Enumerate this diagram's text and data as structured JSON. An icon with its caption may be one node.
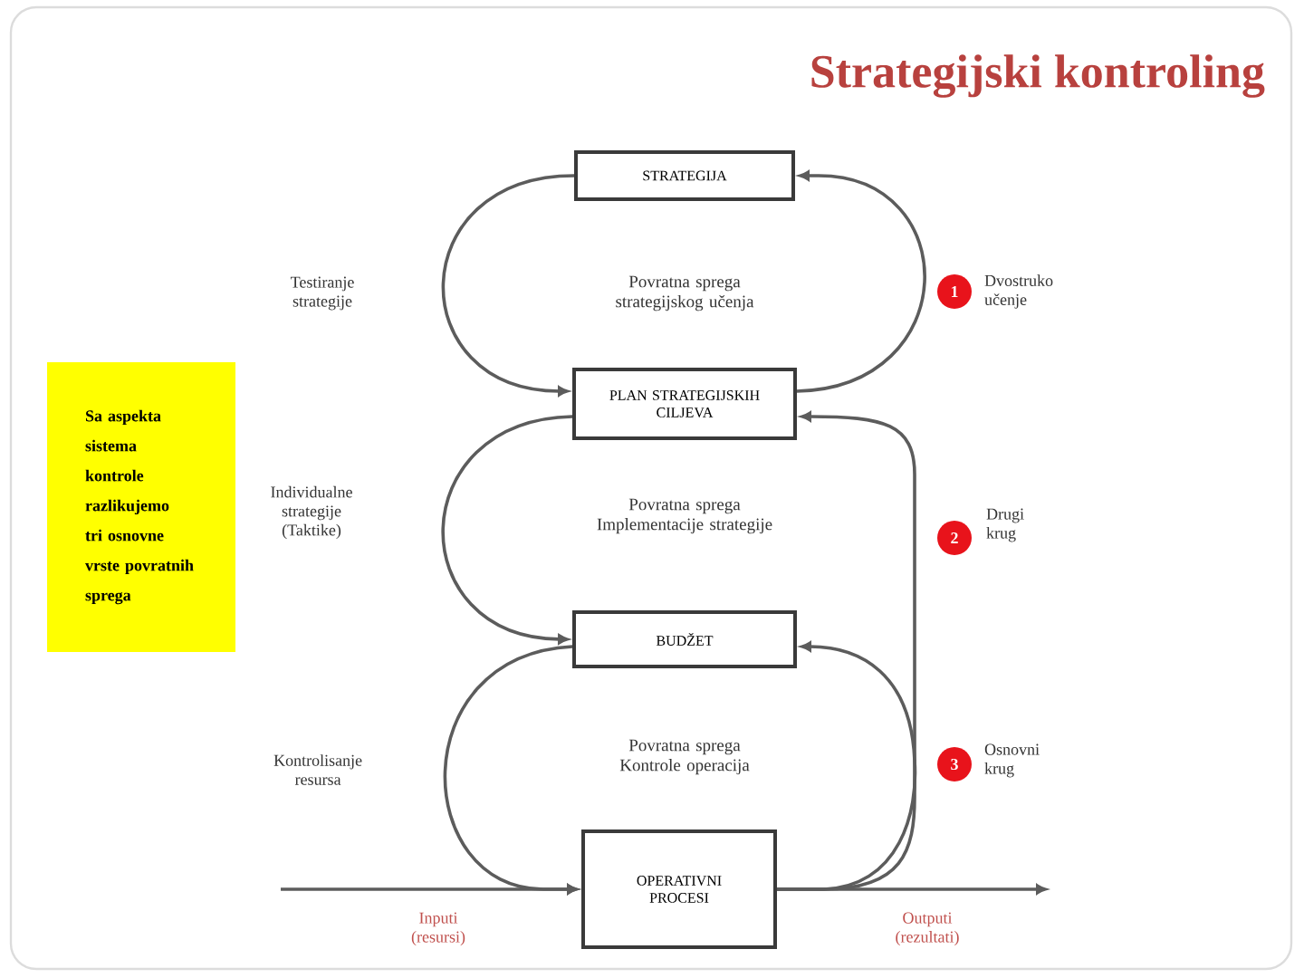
{
  "diagram": {
    "title": "Strategijski kontroling",
    "nodes": [
      {
        "text": [
          "STRATEGIJA"
        ]
      },
      {
        "text": [
          "Sa aspekta sistema kontrole razlikujemo tri osnovne vrste povratnih sprega"
        ]
      },
      {
        "text": [
          "PLAN STRATEGIJSKIH CILJEVA"
        ]
      },
      {
        "text": [
          "BUDŽET"
        ]
      },
      {
        "text": [
          "OPERATIVNI PROCESI"
        ]
      }
    ],
    "edges": [
      {
        "from": 0,
        "to": 2,
        "arrow": "to"
      },
      {
        "from": 2,
        "to": 0,
        "arrow": "to"
      },
      {
        "from": 2,
        "to": 3,
        "arrow": "to"
      },
      {
        "from": 4,
        "to": 2,
        "arrow": "to"
      },
      {
        "from": 3,
        "to": 4,
        "arrow": "to"
      },
      {
        "from": 4,
        "to": 3,
        "arrow": "to"
      },
      {
        "from": null,
        "to": 4,
        "arrow": "to",
        "label": "Inputi (resursi)"
      },
      {
        "from": 4,
        "to": null,
        "arrow": "to",
        "label": "Outputi (rezultati)"
      }
    ],
    "labels": [
      "Testiranje strategije",
      "Povratna sprega strategijskog učenja",
      "1",
      "Dvostruko učenje",
      "Individualne strategije (Taktike)",
      "Povratna sprega Implementacije strategije",
      "2",
      "Drugi krug",
      "Kontrolisanje resursa",
      "Povratna sprega Kontrole operacija",
      "3",
      "Osnovni krug"
    ]
  }
}
